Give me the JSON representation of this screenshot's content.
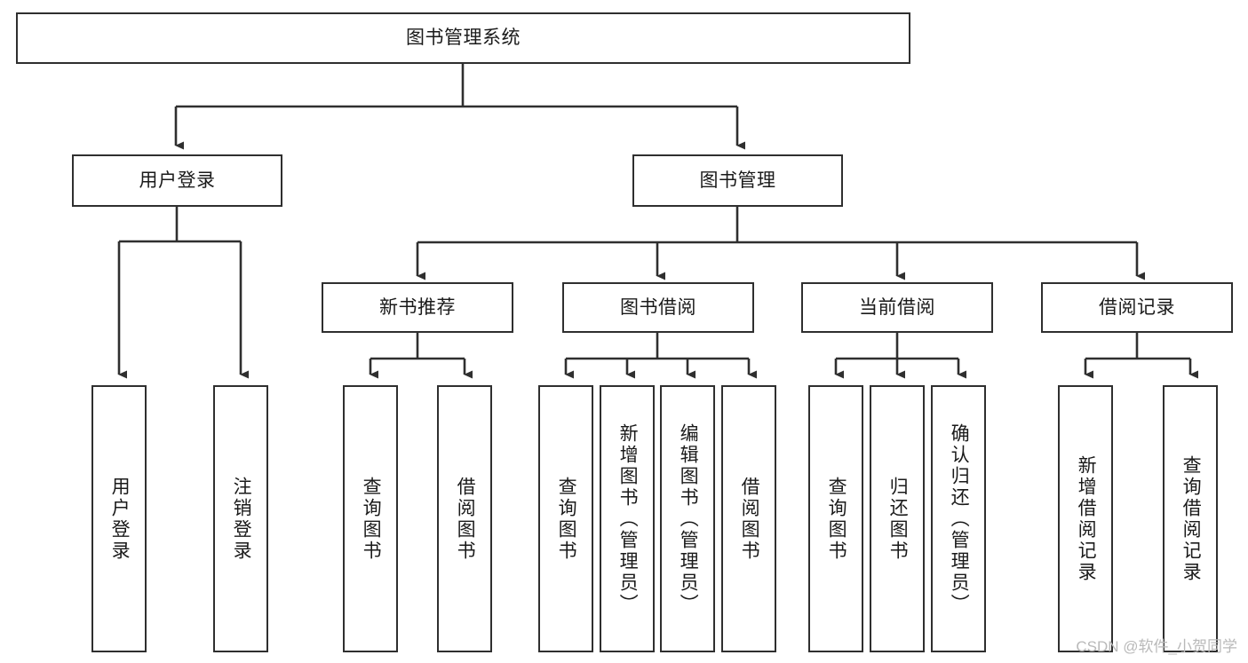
{
  "diagram": {
    "type": "tree-hierarchy",
    "title": "图书管理系统",
    "orientation": "top-down",
    "colors": {
      "box_border": "#2f2f2f",
      "box_fill": "#ffffff",
      "connector": "#2f2f2f",
      "text": "#1a1a1a",
      "watermark": "#b9b9b9",
      "background": "#ffffff"
    },
    "nodes": {
      "root": {
        "label": "图书管理系统",
        "level": 0,
        "text_direction": "horizontal"
      },
      "level1": [
        {
          "id": "user-login",
          "label": "用户登录",
          "text_direction": "horizontal"
        },
        {
          "id": "book-management",
          "label": "图书管理",
          "text_direction": "horizontal"
        }
      ],
      "level2": [
        {
          "id": "new-book-recommend",
          "label": "新书推荐",
          "parent": "book-management",
          "text_direction": "horizontal"
        },
        {
          "id": "book-borrow",
          "label": "图书借阅",
          "parent": "book-management",
          "text_direction": "horizontal"
        },
        {
          "id": "current-borrow",
          "label": "当前借阅",
          "parent": "book-management",
          "text_direction": "horizontal"
        },
        {
          "id": "borrow-record",
          "label": "借阅记录",
          "parent": "book-management",
          "text_direction": "horizontal"
        }
      ],
      "leaves": [
        {
          "id": "leaf-user-login",
          "label": "用户登录",
          "parent": "user-login",
          "text_direction": "vertical"
        },
        {
          "id": "leaf-logout",
          "label": "注销登录",
          "parent": "user-login",
          "text_direction": "vertical"
        },
        {
          "id": "leaf-query-book-1",
          "label": "查询图书",
          "parent": "new-book-recommend",
          "text_direction": "vertical"
        },
        {
          "id": "leaf-borrow-book-1",
          "label": "借阅图书",
          "parent": "new-book-recommend",
          "text_direction": "vertical"
        },
        {
          "id": "leaf-query-book-2",
          "label": "查询图书",
          "parent": "book-borrow",
          "text_direction": "vertical"
        },
        {
          "id": "leaf-add-book",
          "label": "新增图书（管理员）",
          "parent": "book-borrow",
          "text_direction": "vertical"
        },
        {
          "id": "leaf-edit-book",
          "label": "编辑图书（管理员）",
          "parent": "book-borrow",
          "text_direction": "vertical"
        },
        {
          "id": "leaf-borrow-book-2",
          "label": "借阅图书",
          "parent": "book-borrow",
          "text_direction": "vertical"
        },
        {
          "id": "leaf-query-book-3",
          "label": "查询图书",
          "parent": "current-borrow",
          "text_direction": "vertical"
        },
        {
          "id": "leaf-return-book",
          "label": "归还图书",
          "parent": "current-borrow",
          "text_direction": "vertical"
        },
        {
          "id": "leaf-confirm-return",
          "label": "确认归还（管理员）",
          "parent": "current-borrow",
          "text_direction": "vertical"
        },
        {
          "id": "leaf-add-record",
          "label": "新增借阅记录",
          "parent": "borrow-record",
          "text_direction": "vertical"
        },
        {
          "id": "leaf-query-record",
          "label": "查询借阅记录",
          "parent": "borrow-record",
          "text_direction": "vertical"
        }
      ]
    }
  },
  "watermark": {
    "text": "CSDN @软件_小贺同学"
  }
}
